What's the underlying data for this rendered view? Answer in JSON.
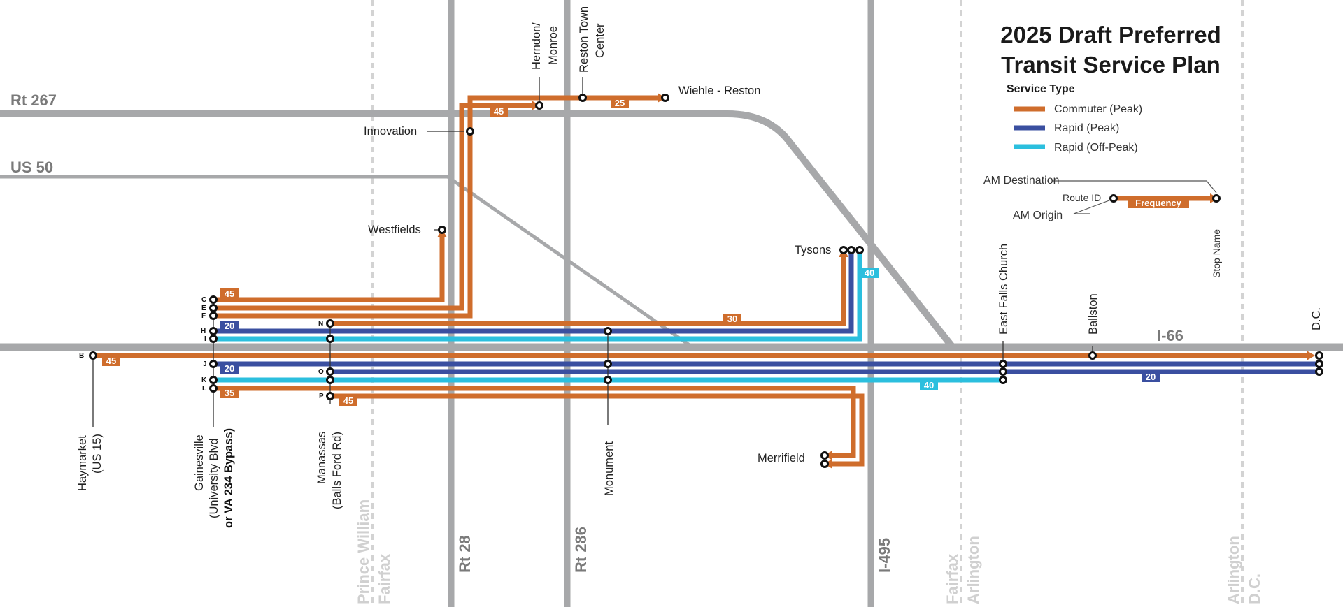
{
  "title": {
    "line1": "2025 Draft Preferred",
    "line2": "Transit Service Plan"
  },
  "legend": {
    "heading": "Service Type",
    "items": [
      {
        "label": "Commuter (Peak)",
        "color": "#CF6D2C"
      },
      {
        "label": "Rapid (Peak)",
        "color": "#3A4FA0"
      },
      {
        "label": "Rapid (Off-Peak)",
        "color": "#2BBFDE"
      }
    ],
    "key": {
      "am_destination": "AM Destination",
      "route_id": "Route ID",
      "am_origin": "AM Origin",
      "frequency": "Frequency",
      "stop_name": "Stop Name"
    }
  },
  "colors": {
    "commuter": "#CF6D2C",
    "rapid_peak": "#3A4FA0",
    "rapid_offpeak": "#2BBFDE",
    "road": "#A7A8AA",
    "county_line": "#D3D3D3"
  },
  "roads": {
    "rt267": "Rt 267",
    "us50": "US 50",
    "i66": "I-66",
    "rt28": "Rt 28",
    "rt286": "Rt 286",
    "i495": "I-495"
  },
  "county_lines": {
    "pw_fairfax": [
      "Prince William",
      "Fairfax"
    ],
    "fairfax_arlington": [
      "Fairfax",
      "Arlington"
    ],
    "arlington_dc": [
      "Arlington",
      "D.C."
    ]
  },
  "stops": {
    "haymarket": [
      "Haymarket",
      "(US 15)"
    ],
    "gainesville": [
      "Gainesville",
      "(University Blvd",
      "or VA 234 Bypass)"
    ],
    "manassas": [
      "Manassas",
      "(Balls Ford Rd)"
    ],
    "monument": "Monument",
    "merrifield": "Merrifield",
    "tysons": "Tysons",
    "westfields": "Westfields",
    "innovation": "Innovation",
    "herndon": [
      "Herndon/",
      "Monroe"
    ],
    "reston_town_center": [
      "Reston Town",
      "Center"
    ],
    "wiehle": "Wiehle - Reston",
    "east_falls_church": "East Falls Church",
    "ballston": "Ballston",
    "dc": "D.C."
  },
  "route_ids": [
    "B",
    "C",
    "E",
    "F",
    "H",
    "I",
    "J",
    "K",
    "L",
    "N",
    "O",
    "P"
  ],
  "frequencies": {
    "b": "45",
    "c_top": "45",
    "h": "20",
    "j": "20",
    "l": "35",
    "p": "45",
    "n": "30",
    "tysons_offpeak": "40",
    "k_offpeak": "40",
    "rapid_dc": "20",
    "herndon": "45",
    "wiehle": "25"
  }
}
